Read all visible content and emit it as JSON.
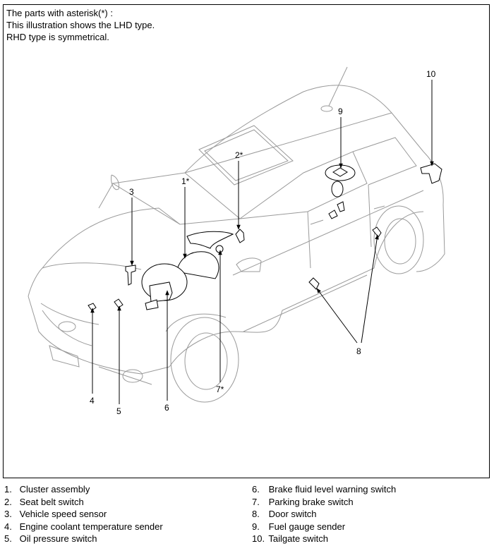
{
  "notes": [
    "The parts with asterisk(*) :",
    "This illustration shows the LHD type.",
    "RHD type is symmetrical."
  ],
  "callouts": [
    "1*",
    "2*",
    "3",
    "4",
    "5",
    "6",
    "7*",
    "8",
    "9",
    "10"
  ],
  "legend": [
    {
      "num": "1.",
      "text": "Cluster assembly"
    },
    {
      "num": "2.",
      "text": "Seat belt switch"
    },
    {
      "num": "3.",
      "text": "Vehicle speed sensor"
    },
    {
      "num": "4.",
      "text": "Engine coolant temperature sender"
    },
    {
      "num": "5.",
      "text": "Oil pressure switch"
    },
    {
      "num": "6.",
      "text": "Brake fluid level warning switch"
    },
    {
      "num": "7.",
      "text": "Parking brake switch"
    },
    {
      "num": "8.",
      "text": "Door switch"
    },
    {
      "num": "9.",
      "text": "Fuel gauge sender"
    },
    {
      "num": "10.",
      "text": "Tailgate switch"
    }
  ]
}
